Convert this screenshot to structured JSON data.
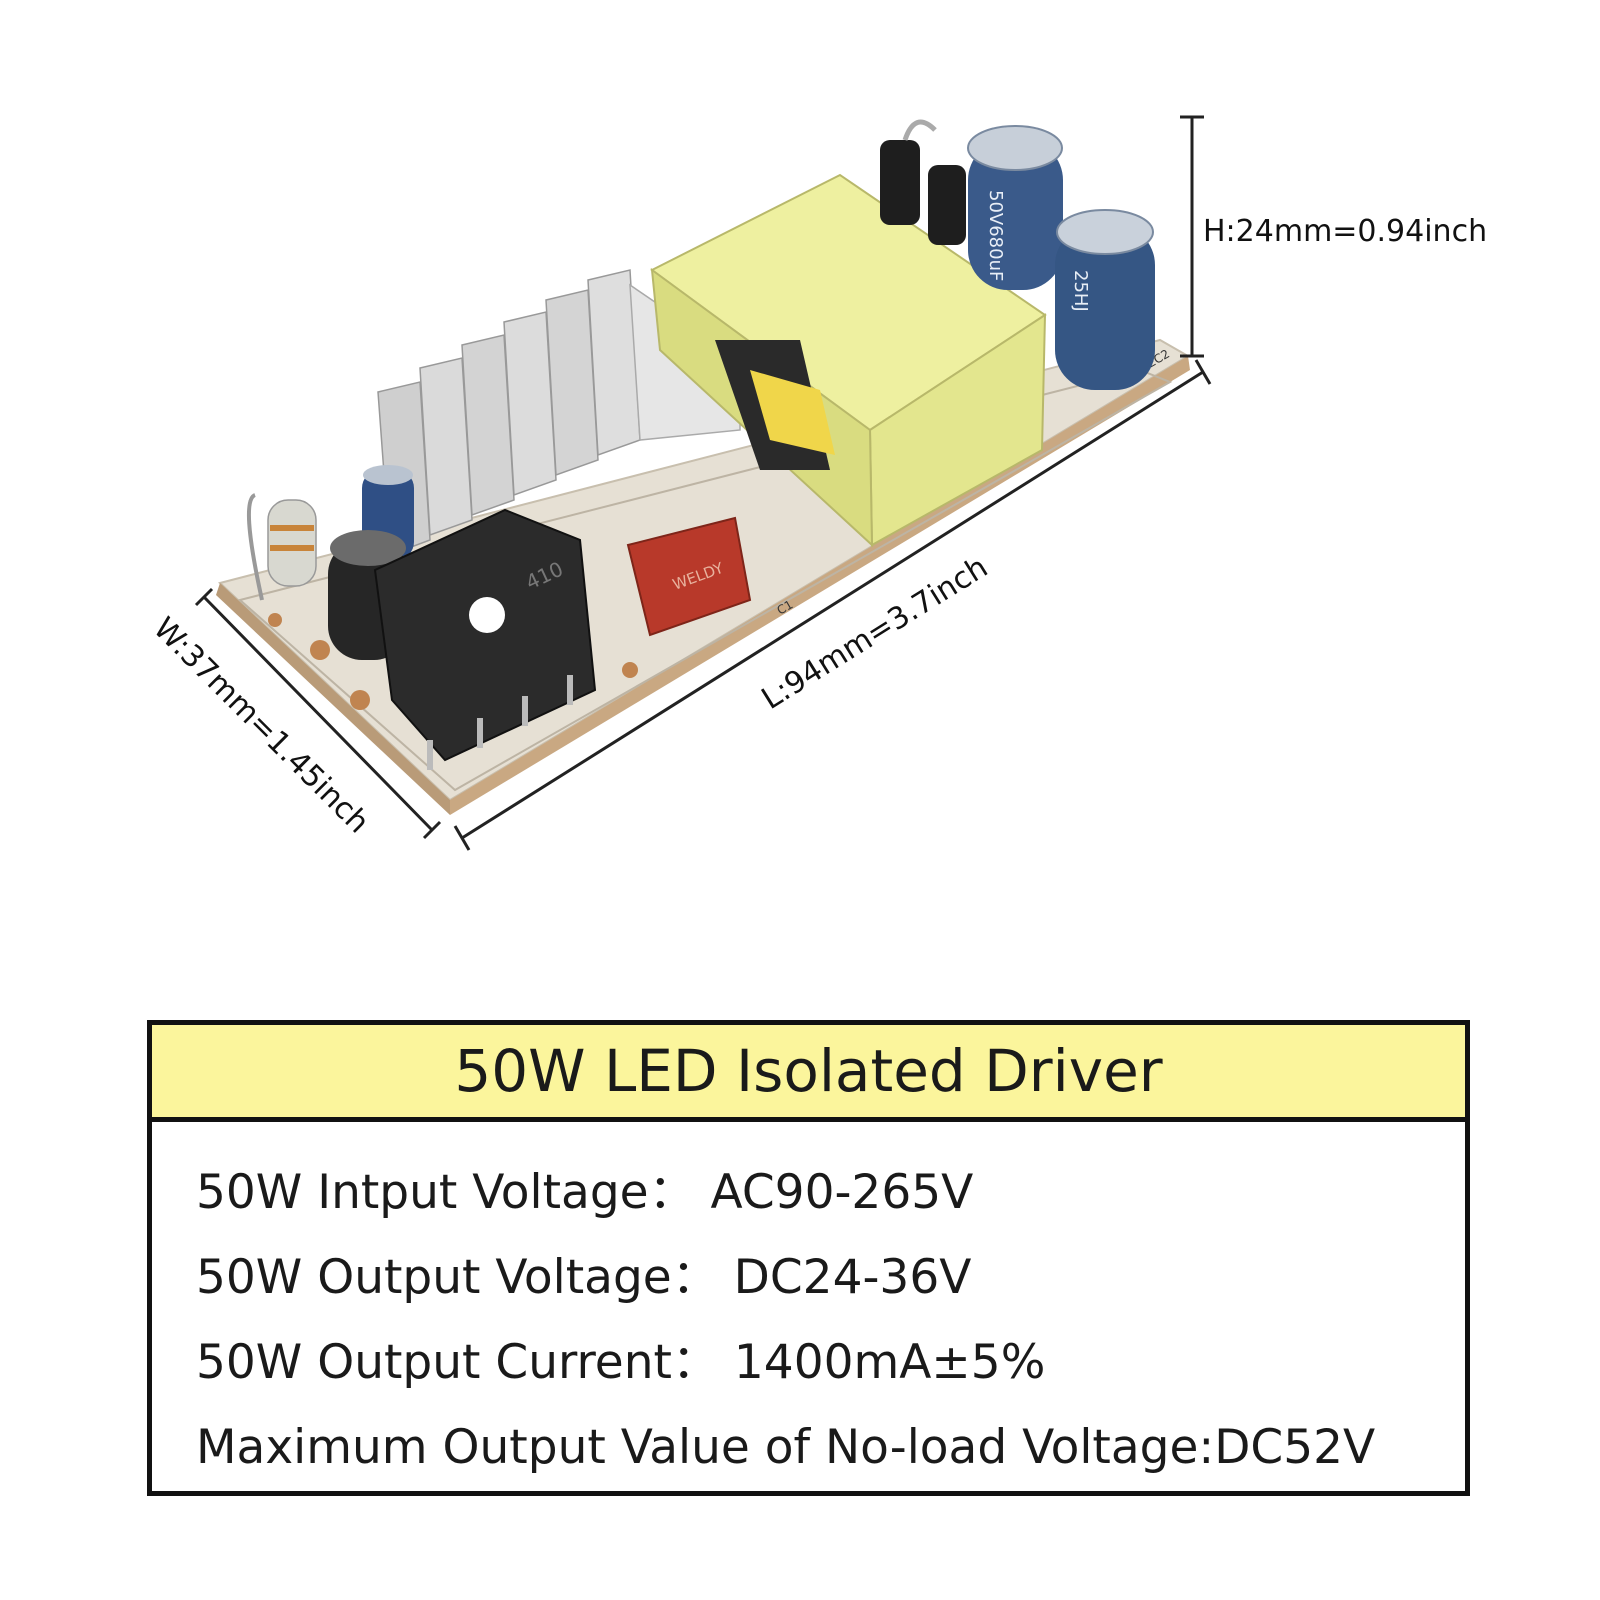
{
  "dimensions": {
    "height": "H:24mm=0.94inch",
    "length": "L:94mm=3.7inch",
    "width": "W:37mm=1.45inch"
  },
  "board": {
    "capacitor_top": "50V680uF",
    "capacitor_right": "25HJ",
    "film_capacitor": "WELDY",
    "bridge_rectifier": "410",
    "silk_c1": "C1",
    "silk_ec2": "EC2"
  },
  "colors": {
    "title_band": "#fbf59c",
    "transformer": "#eef0a0",
    "pcb": "#f3efe8",
    "heatsink": "#d9d9d9",
    "film_capacitor": "#b8392a"
  },
  "spec": {
    "title": "50W LED Isolated Driver",
    "rows": [
      "50W Intput Voltage： AC90-265V",
      "50W Output Voltage： DC24-36V",
      "50W Output Current： 1400mA±5%",
      "Maximum Output Value of No-load Voltage:DC52V"
    ]
  }
}
